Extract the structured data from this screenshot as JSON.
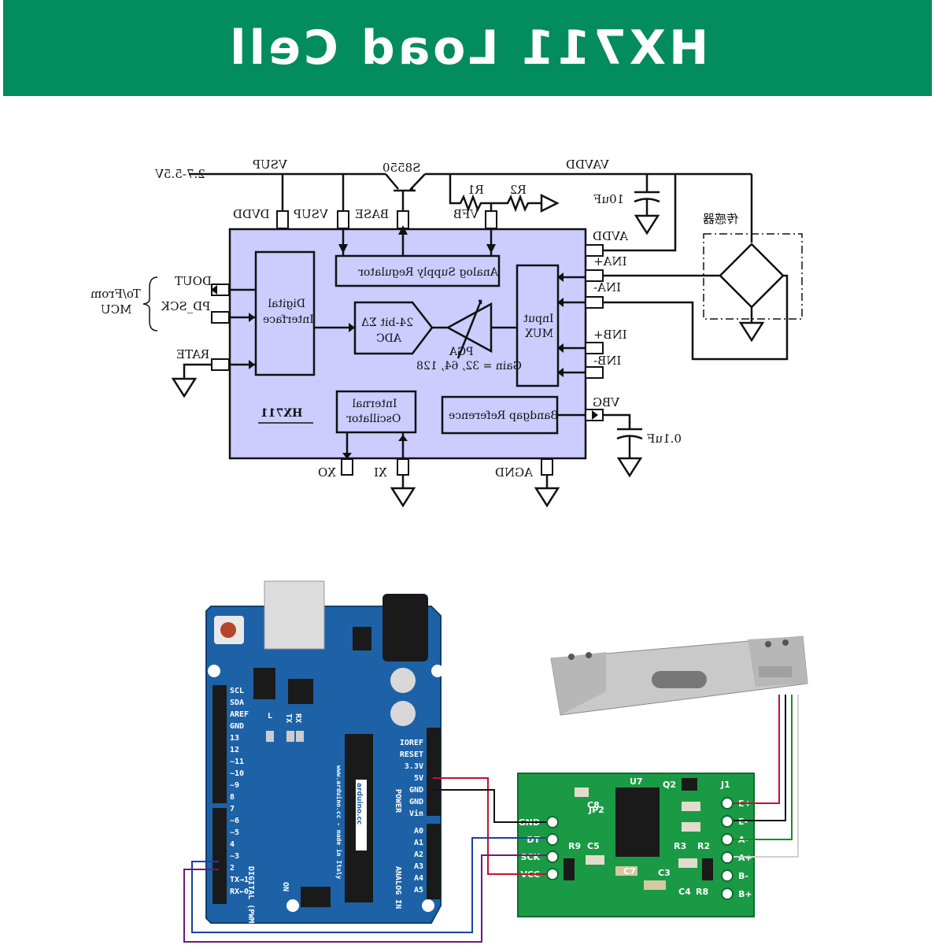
{
  "header": {
    "title": "HX711 Load Cell",
    "bg_color": "#038c5e"
  },
  "schematic": {
    "ic_fill": "#ccccff",
    "chip_name": "HX711",
    "supply": {
      "range": "2.7-5.5V",
      "vsup": "VSUP",
      "vavdd": "VAVDD",
      "transistor": "S8550",
      "r1": "R1",
      "r2": "R2",
      "cap_10u": "10uF",
      "cap_01u": "0.1uF"
    },
    "pins_top": {
      "dvdd": "DVDD",
      "vsup": "VSUP",
      "base": "BASE",
      "vfb": "VFB"
    },
    "pins_left": {
      "dout": "DOUT",
      "pd_sck": "PD_SCK",
      "rate": "RATE"
    },
    "pins_right": {
      "avdd": "AVDD",
      "ina_p": "INA+",
      "ina_n": "INA-",
      "inb_p": "INB+",
      "inb_n": "INB-",
      "vbg": "VBG"
    },
    "pins_bottom": {
      "xo": "XO",
      "xi": "XI",
      "agnd": "AGND"
    },
    "mcu_label": [
      "To/From",
      "MCU"
    ],
    "sensor_label": "传感器",
    "blocks": {
      "regulator": "Analog Supply Regulator",
      "digital": [
        "Digital",
        "Interface"
      ],
      "adc": [
        "24-bit ΣΔ",
        "ADC"
      ],
      "pga": [
        "PGA",
        "Gain = 32, 64, 128"
      ],
      "mux": [
        "Input",
        "MUX"
      ],
      "oscillator": [
        "Internal",
        "Oscillator"
      ],
      "bandgap": "Bandgap Reference"
    }
  },
  "wiring": {
    "arduino": {
      "board_color": "#1d62a6",
      "digital_pins": [
        "SCL",
        "SDA",
        "AREF",
        "GND",
        "13",
        "12",
        "~11",
        "~10",
        "~9",
        "8",
        "7",
        "~6",
        "~5",
        "4",
        "~3",
        "2",
        "TX→1",
        "RX←0"
      ],
      "power_pins": [
        "IOREF",
        "RESET",
        "3.3V",
        "5V",
        "GND",
        "GND",
        "Vin"
      ],
      "analog_pins": [
        "A0",
        "A1",
        "A2",
        "A3",
        "A4",
        "A5"
      ],
      "labels": {
        "digital": "DIGITAL (PWM~)",
        "power": "POWER",
        "analog": "ANALOG IN",
        "brand": "arduino.cc",
        "made_in": "www.arduino.cc - made in Italy",
        "on": "ON",
        "tx": "TX",
        "rx": "RX",
        "led": "L"
      }
    },
    "hx711_board": {
      "board_color": "#1b9a45",
      "left_pins": [
        "GND",
        "DT",
        "SCK",
        "VCC"
      ],
      "right_pins": [
        "E+",
        "E-",
        "A-",
        "A+",
        "B-",
        "B+"
      ],
      "labels": {
        "jp2": "JP2",
        "j1": "J1",
        "u7": "U7",
        "q2": "Q2",
        "c8": "C8",
        "c5": "C5",
        "r9": "R9",
        "c7": "C7",
        "c3": "C3",
        "c4": "C4",
        "r8": "R8",
        "r3": "R3",
        "r2": "R2"
      }
    },
    "wire_colors": {
      "red": "#c8102e",
      "black": "#111111",
      "white": "#d0d0d0",
      "green": "#1a8a2a",
      "blue": "#1c3fa6",
      "purple": "#6a1b7a"
    }
  }
}
